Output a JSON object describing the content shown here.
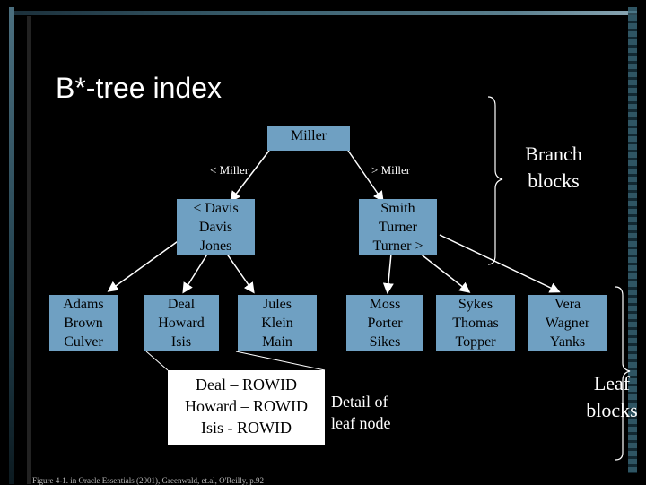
{
  "title": "B*-tree index",
  "root": {
    "lines": [
      "Miller"
    ]
  },
  "edge_labels": {
    "left": "< Miller",
    "right": "> Miller"
  },
  "branch_left": {
    "lines": [
      "< Davis",
      "Davis",
      "Jones"
    ]
  },
  "branch_right": {
    "lines": [
      "Smith",
      "Turner",
      "Turner >"
    ]
  },
  "leaves": [
    {
      "lines": [
        "Adams",
        "Brown",
        "Culver"
      ]
    },
    {
      "lines": [
        "Deal",
        "Howard",
        "Isis"
      ]
    },
    {
      "lines": [
        "Jules",
        "Klein",
        "Main"
      ]
    },
    {
      "lines": [
        "Moss",
        "Porter",
        "Sikes"
      ]
    },
    {
      "lines": [
        "Sykes",
        "Thomas",
        "Topper"
      ]
    },
    {
      "lines": [
        "Vera",
        "Wagner",
        "Yanks"
      ]
    }
  ],
  "side_labels": {
    "branch": [
      "Branch",
      "blocks"
    ],
    "leaf": [
      "Leaf",
      "blocks"
    ]
  },
  "detail": {
    "lines": [
      "Deal – ROWID",
      "Howard – ROWID",
      "Isis - ROWID"
    ],
    "label": [
      "Detail of",
      "leaf node"
    ]
  },
  "caption": "Figure 4-1. in Oracle Essentials (2001), Greenwald, et.al, O'Reilly, p.92",
  "colors": {
    "node_fill": "#6fa0c2",
    "background": "#000000",
    "text": "#ffffff"
  }
}
